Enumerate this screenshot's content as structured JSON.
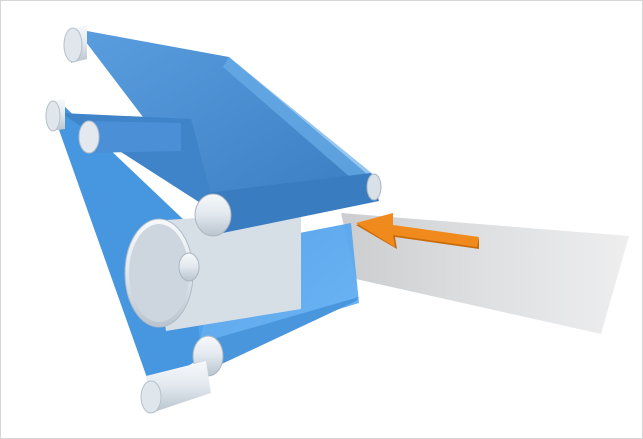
{
  "diagram": {
    "kind": "belt-conveyor-feed-mechanism",
    "components": [
      {
        "name": "upper-belt",
        "color": "#4a8fd1"
      },
      {
        "name": "lower-belt",
        "color": "#55a8f0"
      },
      {
        "name": "rollers",
        "color": "#e8eef3",
        "count": 8
      },
      {
        "name": "paper-sheet",
        "color": "#e2e4e6"
      },
      {
        "name": "feed-direction-arrow",
        "color": "#f08a1c",
        "direction": "left"
      }
    ]
  },
  "colors": {
    "background": "#ffffff",
    "border": "#d6d6d6",
    "belt_upper": "#4a8fd1",
    "belt_upper_dark": "#3a78b8",
    "belt_lower": "#55a8f0",
    "belt_lower_dark": "#3f8fd6",
    "roller_body": "#e4eaf0",
    "roller_end": "#c9d2db",
    "sheet": "#e2e4e6",
    "arrow": "#f08a1c",
    "arrow_dark": "#c96a0a"
  }
}
